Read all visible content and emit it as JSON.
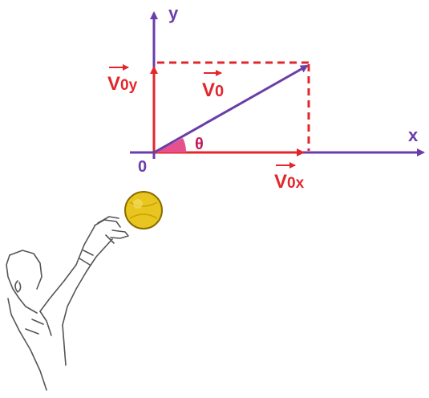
{
  "diagram": {
    "labels": {
      "y_axis": "y",
      "x_axis": "x",
      "v0": "V",
      "v0_sub": "0",
      "v0y": "V",
      "v0y_sub": "0y",
      "v0x": "V",
      "v0x_sub": "0x",
      "angle": "θ",
      "origin": "0"
    },
    "colors": {
      "axis": "#6a3ea8",
      "velocity": "#6a3ea8",
      "components": "#e3262c",
      "angle_fill": "#e6508c",
      "angle_text": "#c2185b",
      "ball": "#e8c51f",
      "ball_outline": "#8a6d00",
      "sketch": "#555555"
    },
    "illustration": {
      "subject": "person-throwing-ball"
    }
  }
}
